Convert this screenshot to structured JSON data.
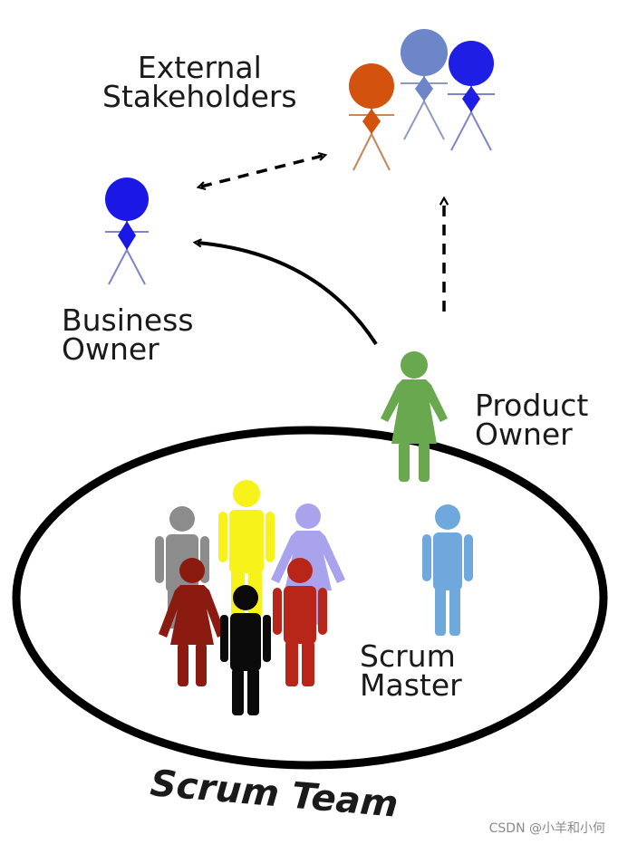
{
  "labels": {
    "external_line1": "External",
    "external_line2": "Stakeholders",
    "business_line1": "Business",
    "business_line2": "Owner",
    "product_line1": "Product",
    "product_line2": "Owner",
    "scrum_master_line1": "Scrum",
    "scrum_master_line2": "Master",
    "scrum_team": "Scrum Team"
  },
  "watermark": "CSDN @小羊和小何",
  "colors": {
    "stroke": "#000000",
    "stakeholder_orange": "#d2520e",
    "stakeholder_steel": "#6d86c8",
    "stakeholder_blue": "#1f1ee4",
    "business_owner": "#1b18e6",
    "product_owner": "#6aa84f",
    "scrum_master": "#6fa8dc",
    "team_gray": "#8c8c8c",
    "team_yellow": "#f6f21a",
    "team_lavender": "#a9a3ee",
    "team_darkred": "#8b1a10",
    "team_black": "#0a0a0a",
    "team_red": "#b8261a"
  }
}
